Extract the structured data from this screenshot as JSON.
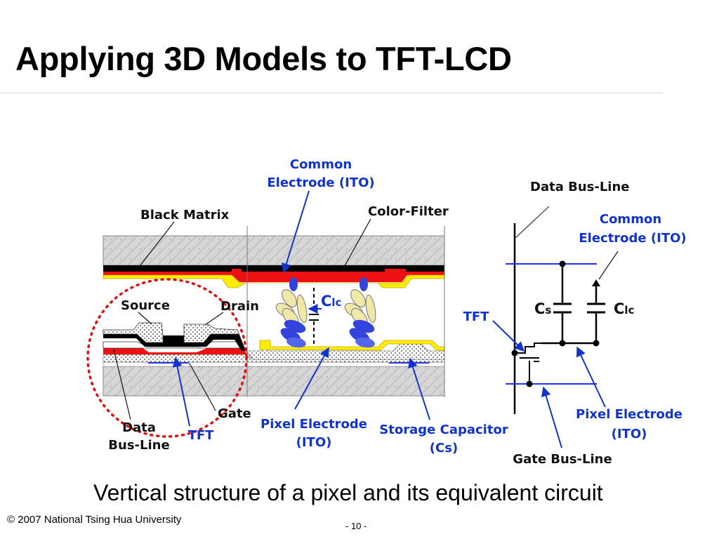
{
  "slide": {
    "title": "Applying 3D Models to TFT-LCD",
    "caption": "Vertical structure of a pixel and its equivalent circuit",
    "footer_copyright": "© 2007 National Tsing Hua University",
    "footer_page": "- 10 -"
  },
  "cross_section": {
    "common_electrode_l1": "Common",
    "common_electrode_l2": "Electrode (ITO)",
    "black_matrix": "Black Matrix",
    "color_filter": "Color-Filter",
    "source": "Source",
    "drain": "Drain",
    "clc_main": "C",
    "clc_sub": "lc",
    "gate": "Gate",
    "data_bus_l1": "Data",
    "data_bus_l2": "Bus-Line",
    "tft": "TFT",
    "pixel_electrode_l1": "Pixel Electrode",
    "pixel_electrode_l2": "(ITO)",
    "storage_cap_l1": "Storage Capacitor",
    "storage_cap_l2": "(Cs)"
  },
  "circuit": {
    "data_bus_line": "Data Bus-Line",
    "common_electrode_l1": "Common",
    "common_electrode_l2": "Electrode (ITO)",
    "tft": "TFT",
    "cs_main": "C",
    "cs_sub": "s",
    "clc_main": "C",
    "clc_sub": "lc",
    "pixel_electrode_l1": "Pixel Electrode",
    "pixel_electrode_l2": "(ITO)",
    "gate_bus_line": "Gate Bus-Line"
  },
  "colors": {
    "label_blue": "#1133cc",
    "electrode_red": "#ee1111",
    "filter_yellow": "#ffee00",
    "gate_blue": "#2233ee",
    "glass_gray": "#d6d6d6"
  }
}
